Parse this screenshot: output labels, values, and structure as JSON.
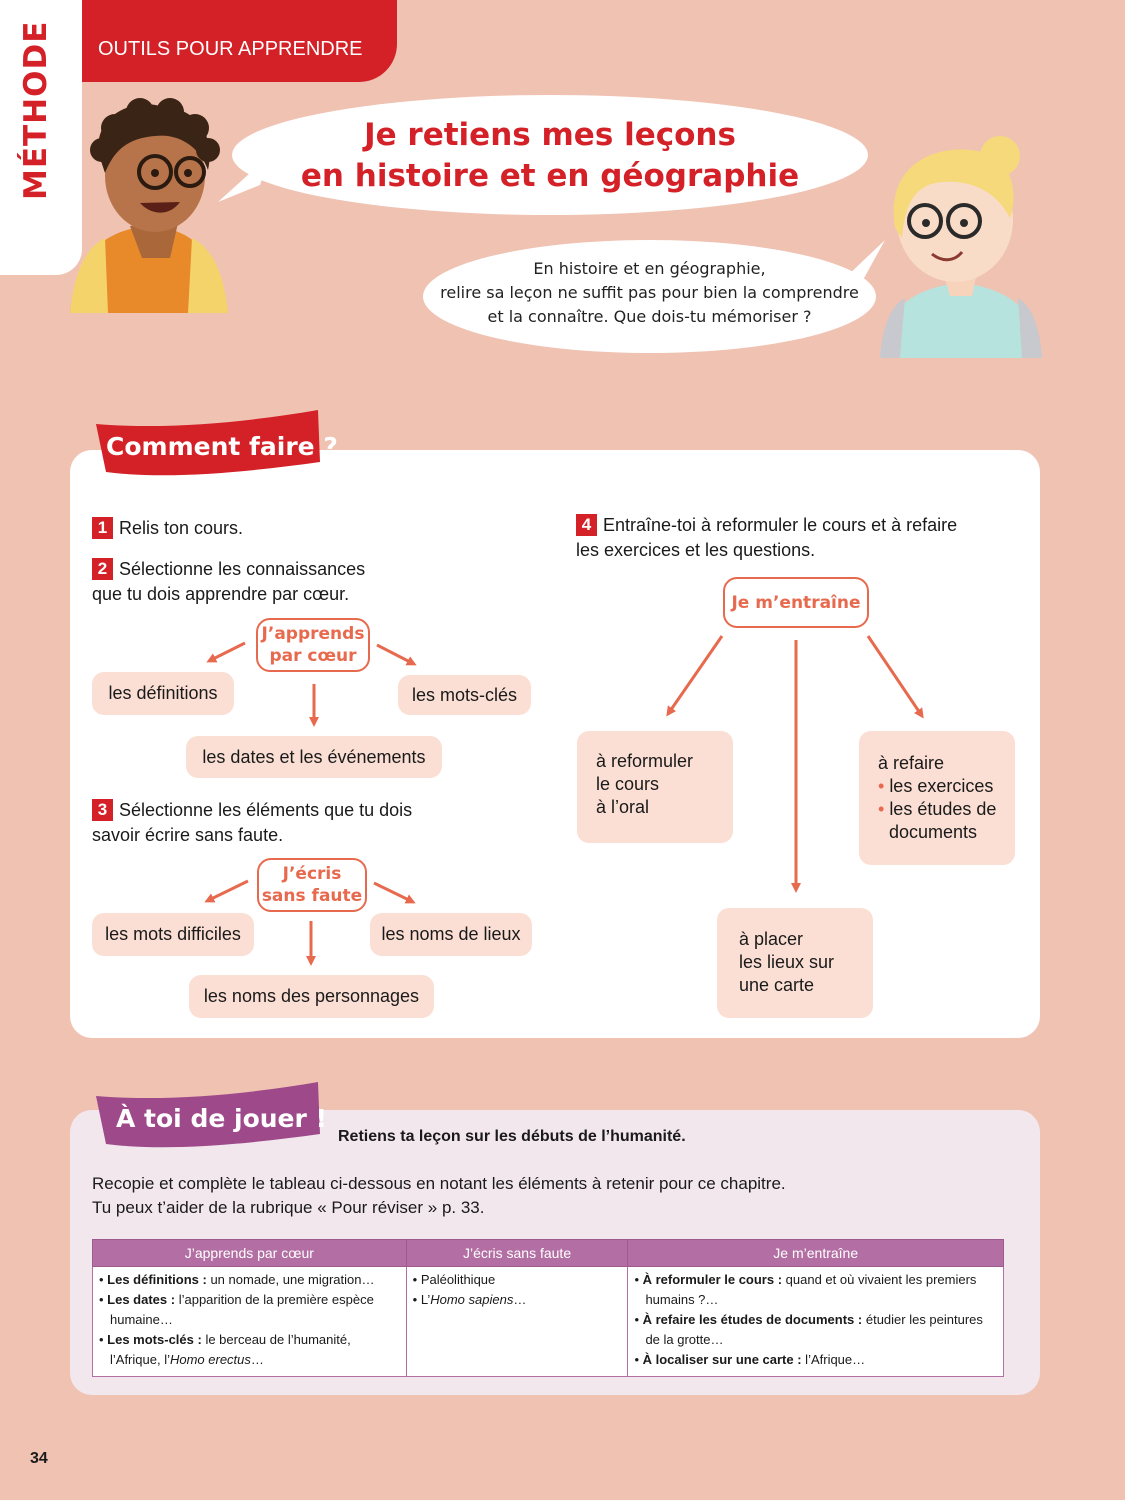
{
  "header": {
    "side_label": "MÉTHODE",
    "section": "OUTILS POUR APPRENDRE"
  },
  "title_bubble": {
    "line1": "Je retiens mes leçons",
    "line2": "en histoire et en géographie"
  },
  "intro_bubble": {
    "line1": "En histoire et en géographie,",
    "line2": "relire sa leçon ne suffit pas pour bien la comprendre",
    "line3": "et la connaître. Que dois-tu mémoriser ?"
  },
  "comment_faire": {
    "title": "Comment faire ?",
    "step1": {
      "num": "1",
      "text": "Relis ton cours."
    },
    "step2": {
      "num": "2",
      "line1": "Sélectionne les connaissances",
      "line2": "que tu dois apprendre par cœur."
    },
    "step3": {
      "num": "3",
      "line1": "Sélectionne les éléments que tu dois",
      "line2": "savoir écrire sans faute."
    },
    "step4": {
      "num": "4",
      "line1": "Entraîne-toi à reformuler le cours et à refaire",
      "line2": "les exercices et les questions."
    },
    "hub1": {
      "line1": "J’apprends",
      "line2": "par cœur"
    },
    "hub1_items": [
      "les définitions",
      "les mots-clés",
      "les dates et les événements"
    ],
    "hub2": {
      "line1": "J’écris",
      "line2": "sans faute"
    },
    "hub2_items": [
      "les mots difficiles",
      "les noms de lieux",
      "les noms des personnages"
    ],
    "hub3": "Je m’entraîne",
    "hub3_items": {
      "reformuler": [
        "à reformuler",
        "le cours",
        "à l’oral"
      ],
      "refaire": {
        "intro": "à refaire",
        "bullets": [
          "les exercices",
          "les études de",
          "documents"
        ]
      },
      "placer": [
        "à placer",
        "les lieux sur",
        "une carte"
      ]
    }
  },
  "a_toi": {
    "title": "À toi de jouer !",
    "subtitle": "Retiens ta leçon sur les débuts de l’humanité.",
    "instruction1": "Recopie et complète le tableau ci-dessous en notant les éléments à retenir pour ce chapitre.",
    "instruction2": "Tu peux t’aider de la rubrique « Pour réviser » p. 33.",
    "table": {
      "headers": [
        "J’apprends par cœur",
        "J’écris sans faute",
        "Je m’entraîne"
      ],
      "col1": [
        {
          "bold": "Les définitions :",
          "text": " un nomade, une migration…"
        },
        {
          "bold": "Les dates :",
          "text": " l’apparition de la première espèce humaine…"
        },
        {
          "bold": "Les mots-clés :",
          "text": " le berceau de l’humanité, l’Afrique, l’",
          "italic": "Homo erectus",
          "after": "…"
        }
      ],
      "col2": [
        {
          "text": "Paléolithique"
        },
        {
          "text": "L’",
          "italic": "Homo sapiens",
          "after": "…"
        }
      ],
      "col3": [
        {
          "bold": "À reformuler le cours :",
          "text": " quand et où vivaient les premiers humains ?…"
        },
        {
          "bold": "À refaire les études de documents :",
          "text": " étudier les peintures de la grotte…"
        },
        {
          "bold": "À localiser sur une carte :",
          "text": " l’Afrique…"
        }
      ]
    }
  },
  "page_number": "34",
  "colors": {
    "red": "#d42027",
    "salmon": "#e76a4e",
    "box": "#fbdfd4",
    "purple": "#b36fa3",
    "background": "#f0c2b2"
  }
}
